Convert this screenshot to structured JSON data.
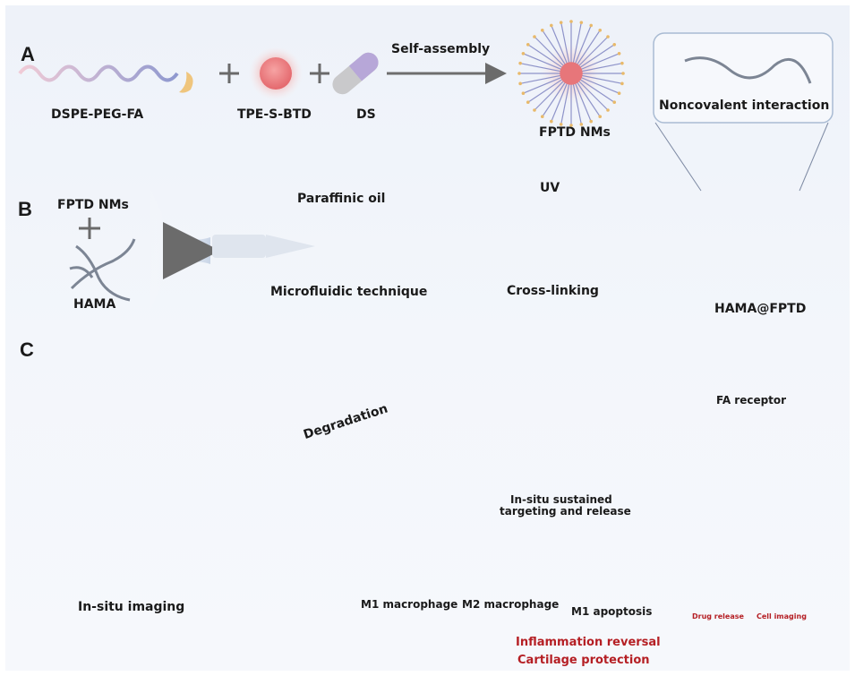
{
  "panels": {
    "A": {
      "label": "A",
      "components": [
        "DSPE-PEG-FA",
        "TPE-S-BTD",
        "DS"
      ],
      "plus": "+",
      "arrow_label": "Self-assembly",
      "product": "FPTD NMs",
      "inset_title": "Noncovalent interaction"
    },
    "B": {
      "label": "B",
      "inputs": [
        "FPTD NMs",
        "HAMA"
      ],
      "plus": "+",
      "chip_label": "Paraffinic oil",
      "chip_caption": "Microfluidic technique",
      "uv_label": "UV",
      "dish_caption": "Cross-linking",
      "product": "HAMA@FPTD"
    },
    "C": {
      "label": "C",
      "joint_caption": "In-situ imaging",
      "degradation_label": "Degradation",
      "release_caption_1": "In-situ sustained",
      "release_caption_2": "targeting and release",
      "receptor_label": "FA receptor",
      "m1_label": "M1 macrophage",
      "m2_label": "M2 macrophage",
      "apoptosis_label": "M1 apoptosis",
      "drug_release": "Drug release",
      "cell_imaging": "Cell imaging",
      "outcome_1": "Inflammation reversal",
      "outcome_2": "Cartilage protection"
    }
  },
  "colors": {
    "background": "#f1f4fa",
    "text": "#1a1a1a",
    "outcome_red": "#b51f24",
    "arrow_gray": "#6b6b6b",
    "peg_purple": "#8e93c9",
    "core_red": "#e7767a",
    "fa_yellow": "#e8b96a",
    "hama_gray": "#7c8594"
  }
}
